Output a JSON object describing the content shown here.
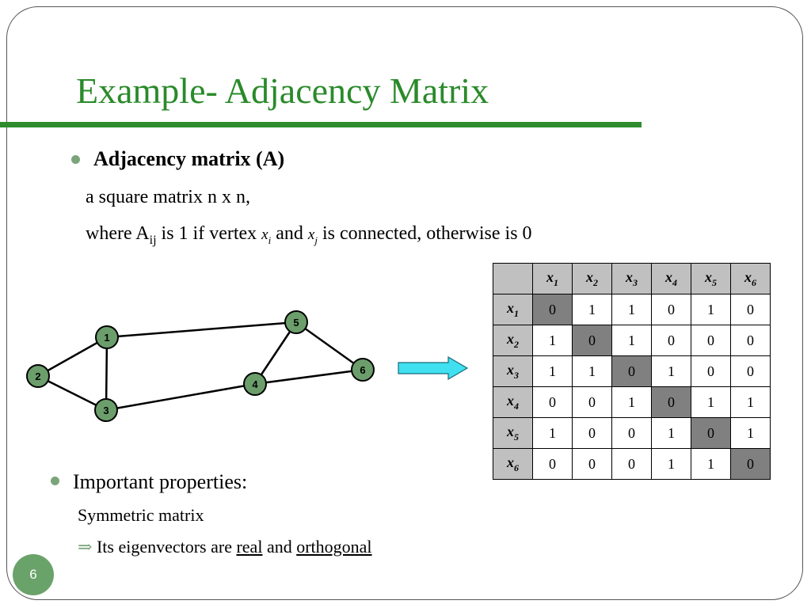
{
  "slide": {
    "title": "Example- Adjacency Matrix",
    "page_number": "6"
  },
  "bullet1": {
    "heading": "Adjacency matrix (A)",
    "line1": "a square matrix n x n,",
    "line2": {
      "pre": "where  A",
      "a_sub": "ij",
      "mid1": " is 1 if vertex ",
      "xi": "x",
      "xi_sub": "i",
      "mid2": " and ",
      "xj": "x",
      "xj_sub": "j",
      "post": " is connected, otherwise is 0"
    }
  },
  "bullet2": {
    "heading": "Important properties:",
    "line1": "Symmetric matrix",
    "line2": {
      "arrow": "⇒",
      "pre": " Its eigenvectors are ",
      "real": "real",
      "and": " and ",
      "orthogonal": "orthogonal"
    }
  },
  "graph": {
    "nodes": [
      "1",
      "2",
      "3",
      "4",
      "5",
      "6"
    ],
    "edges": [
      [
        "1",
        "2"
      ],
      [
        "1",
        "3"
      ],
      [
        "2",
        "3"
      ],
      [
        "1",
        "5"
      ],
      [
        "3",
        "4"
      ],
      [
        "4",
        "5"
      ],
      [
        "4",
        "6"
      ],
      [
        "5",
        "6"
      ]
    ]
  },
  "matrix": {
    "header_symbol": "x",
    "header_subs": [
      "1",
      "2",
      "3",
      "4",
      "5",
      "6"
    ],
    "rows": [
      [
        "0",
        "1",
        "1",
        "0",
        "1",
        "0"
      ],
      [
        "1",
        "0",
        "1",
        "0",
        "0",
        "0"
      ],
      [
        "1",
        "1",
        "0",
        "1",
        "0",
        "0"
      ],
      [
        "0",
        "0",
        "1",
        "0",
        "1",
        "1"
      ],
      [
        "1",
        "0",
        "0",
        "1",
        "0",
        "1"
      ],
      [
        "0",
        "0",
        "0",
        "1",
        "1",
        "0"
      ]
    ]
  },
  "colors": {
    "title": "#2a8a2a",
    "rule": "#2e8b2e",
    "node_fill": "#6b9e6b",
    "arrow_fill": "#40e0f0",
    "header_cell": "#c0c0c0",
    "diagonal_cell": "#808080"
  }
}
